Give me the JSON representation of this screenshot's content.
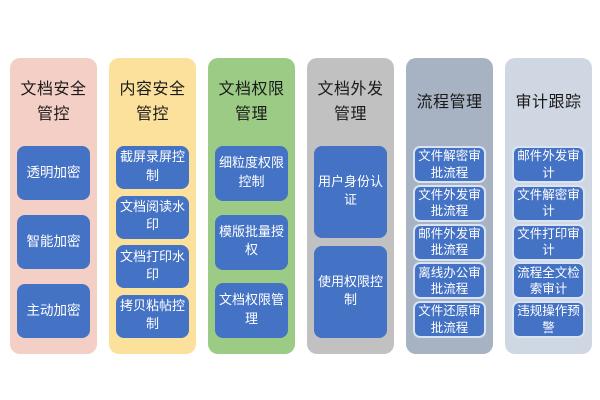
{
  "theme": {
    "box_fill": "#4472c4",
    "box_text": "#ffffff",
    "box_border_light": "#dae3f3",
    "title_text": "#1a1a1a",
    "canvas_bg": "#ffffff"
  },
  "columns": [
    {
      "title": "文档安全管控",
      "color": "#f3cfc6",
      "items": [
        "透明加密",
        "智能加密",
        "主动加密"
      ]
    },
    {
      "title": "内容安全管控",
      "color": "#fbe19c",
      "items": [
        "截屏录屏控制",
        "文档阅读水印",
        "文档打印水印",
        "拷贝粘帖控制"
      ]
    },
    {
      "title": "文档权限管理",
      "color": "#9ccb85",
      "items": [
        "细粒度权限控制",
        "模版批量授权",
        "文档权限管理"
      ]
    },
    {
      "title": "文档外发管理",
      "color": "#c1c1c1",
      "items": [
        "用户身份认证",
        "使用权限控制"
      ]
    },
    {
      "title": "流程管理",
      "color": "#a7b2c3",
      "items": [
        "文件解密审批流程",
        "文件外发审批流程",
        "邮件外发审批流程",
        "离线办公审批流程",
        "文件还原审批流程"
      ]
    },
    {
      "title": "审计跟踪",
      "color": "#cfd7e3",
      "items": [
        "邮件外发审计",
        "文件解密审计",
        "文件打印审计",
        "流程全文检索审计",
        "违规操作预警"
      ]
    }
  ]
}
